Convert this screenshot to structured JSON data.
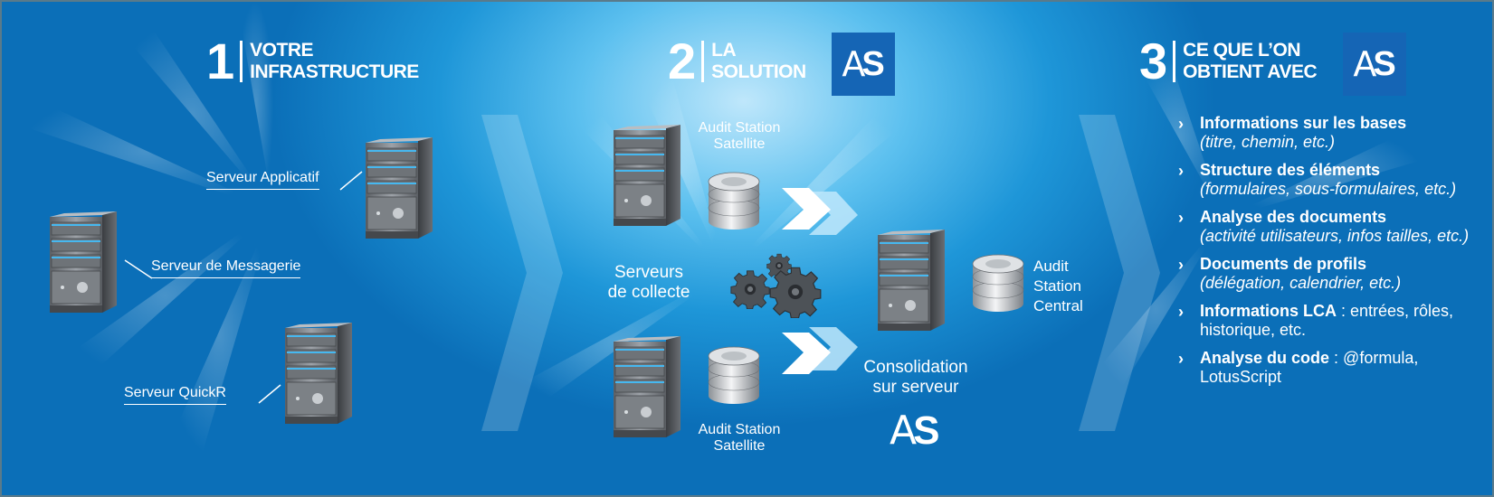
{
  "steps": [
    {
      "number": "1",
      "title_line1": "VOTRE",
      "title_line2": "INFRASTRUCTURE"
    },
    {
      "number": "2",
      "title_line1": "LA",
      "title_line2": "SOLUTION"
    },
    {
      "number": "3",
      "title_line1": "CE QUE L’ON",
      "title_line2": "OBTIENT AVEC"
    }
  ],
  "logo": {
    "a": "A",
    "s": "S"
  },
  "infrastructure": {
    "server_applicatif": "Serveur Applicatif",
    "server_messagerie": "Serveur de Messagerie",
    "server_quickr": "Serveur QuickR"
  },
  "solution": {
    "satellite_top_line1": "Audit Station",
    "satellite_top_line2": "Satellite",
    "satellite_bottom_line1": "Audit Station",
    "satellite_bottom_line2": "Satellite",
    "collect_line1": "Serveurs",
    "collect_line2": "de collecte",
    "central_line1": "Audit",
    "central_line2": "Station",
    "central_line3": "Central",
    "consolidation_line1": "Consolidation",
    "consolidation_line2": "sur serveur"
  },
  "benefits": [
    {
      "bold": "Informations sur les bases",
      "rest": "",
      "italic": "(titre, chemin, etc.)"
    },
    {
      "bold": "Structure des éléments",
      "rest": "",
      "italic": "(formulaires, sous-formulaires, etc.)"
    },
    {
      "bold": "Analyse des documents",
      "rest": "",
      "italic": "(activité utilisateurs, infos tailles, etc.)"
    },
    {
      "bold": "Documents de profils",
      "rest": "",
      "italic": "(délégation, calendrier, etc.)"
    },
    {
      "bold": "Informations LCA",
      "rest": " : entrées, rôles, historique, etc.",
      "italic": ""
    },
    {
      "bold": "Analyse du code",
      "rest": " : @formula, LotusScript",
      "italic": ""
    }
  ],
  "colors": {
    "logo_bg": "#1565b5",
    "accent": "#1e96d8"
  }
}
